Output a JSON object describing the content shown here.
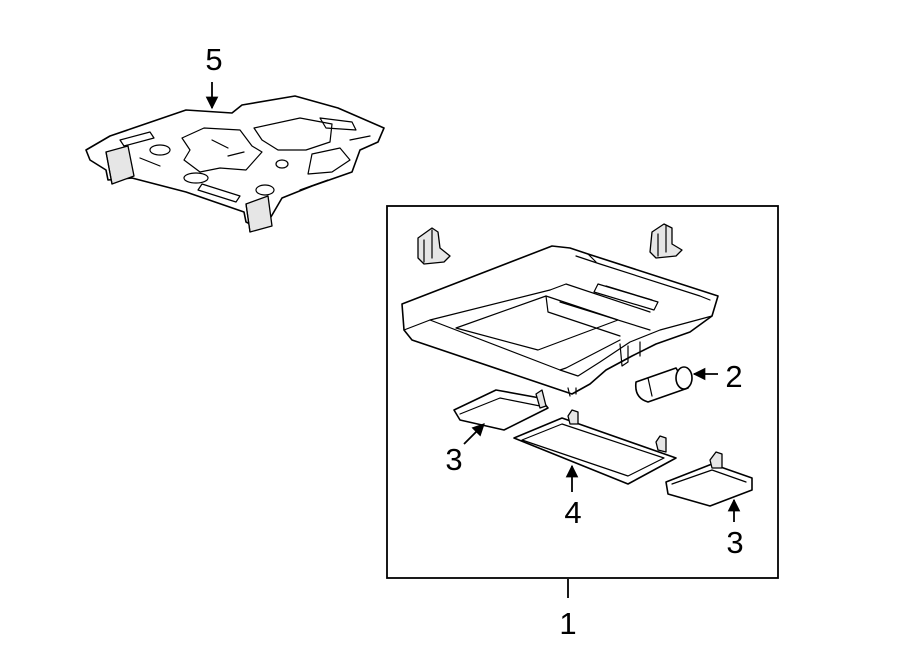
{
  "callouts": {
    "assembly": "1",
    "bulb": "2",
    "lens_left": "3",
    "lens_right": "3",
    "lens_center": "4",
    "bracket": "5"
  }
}
